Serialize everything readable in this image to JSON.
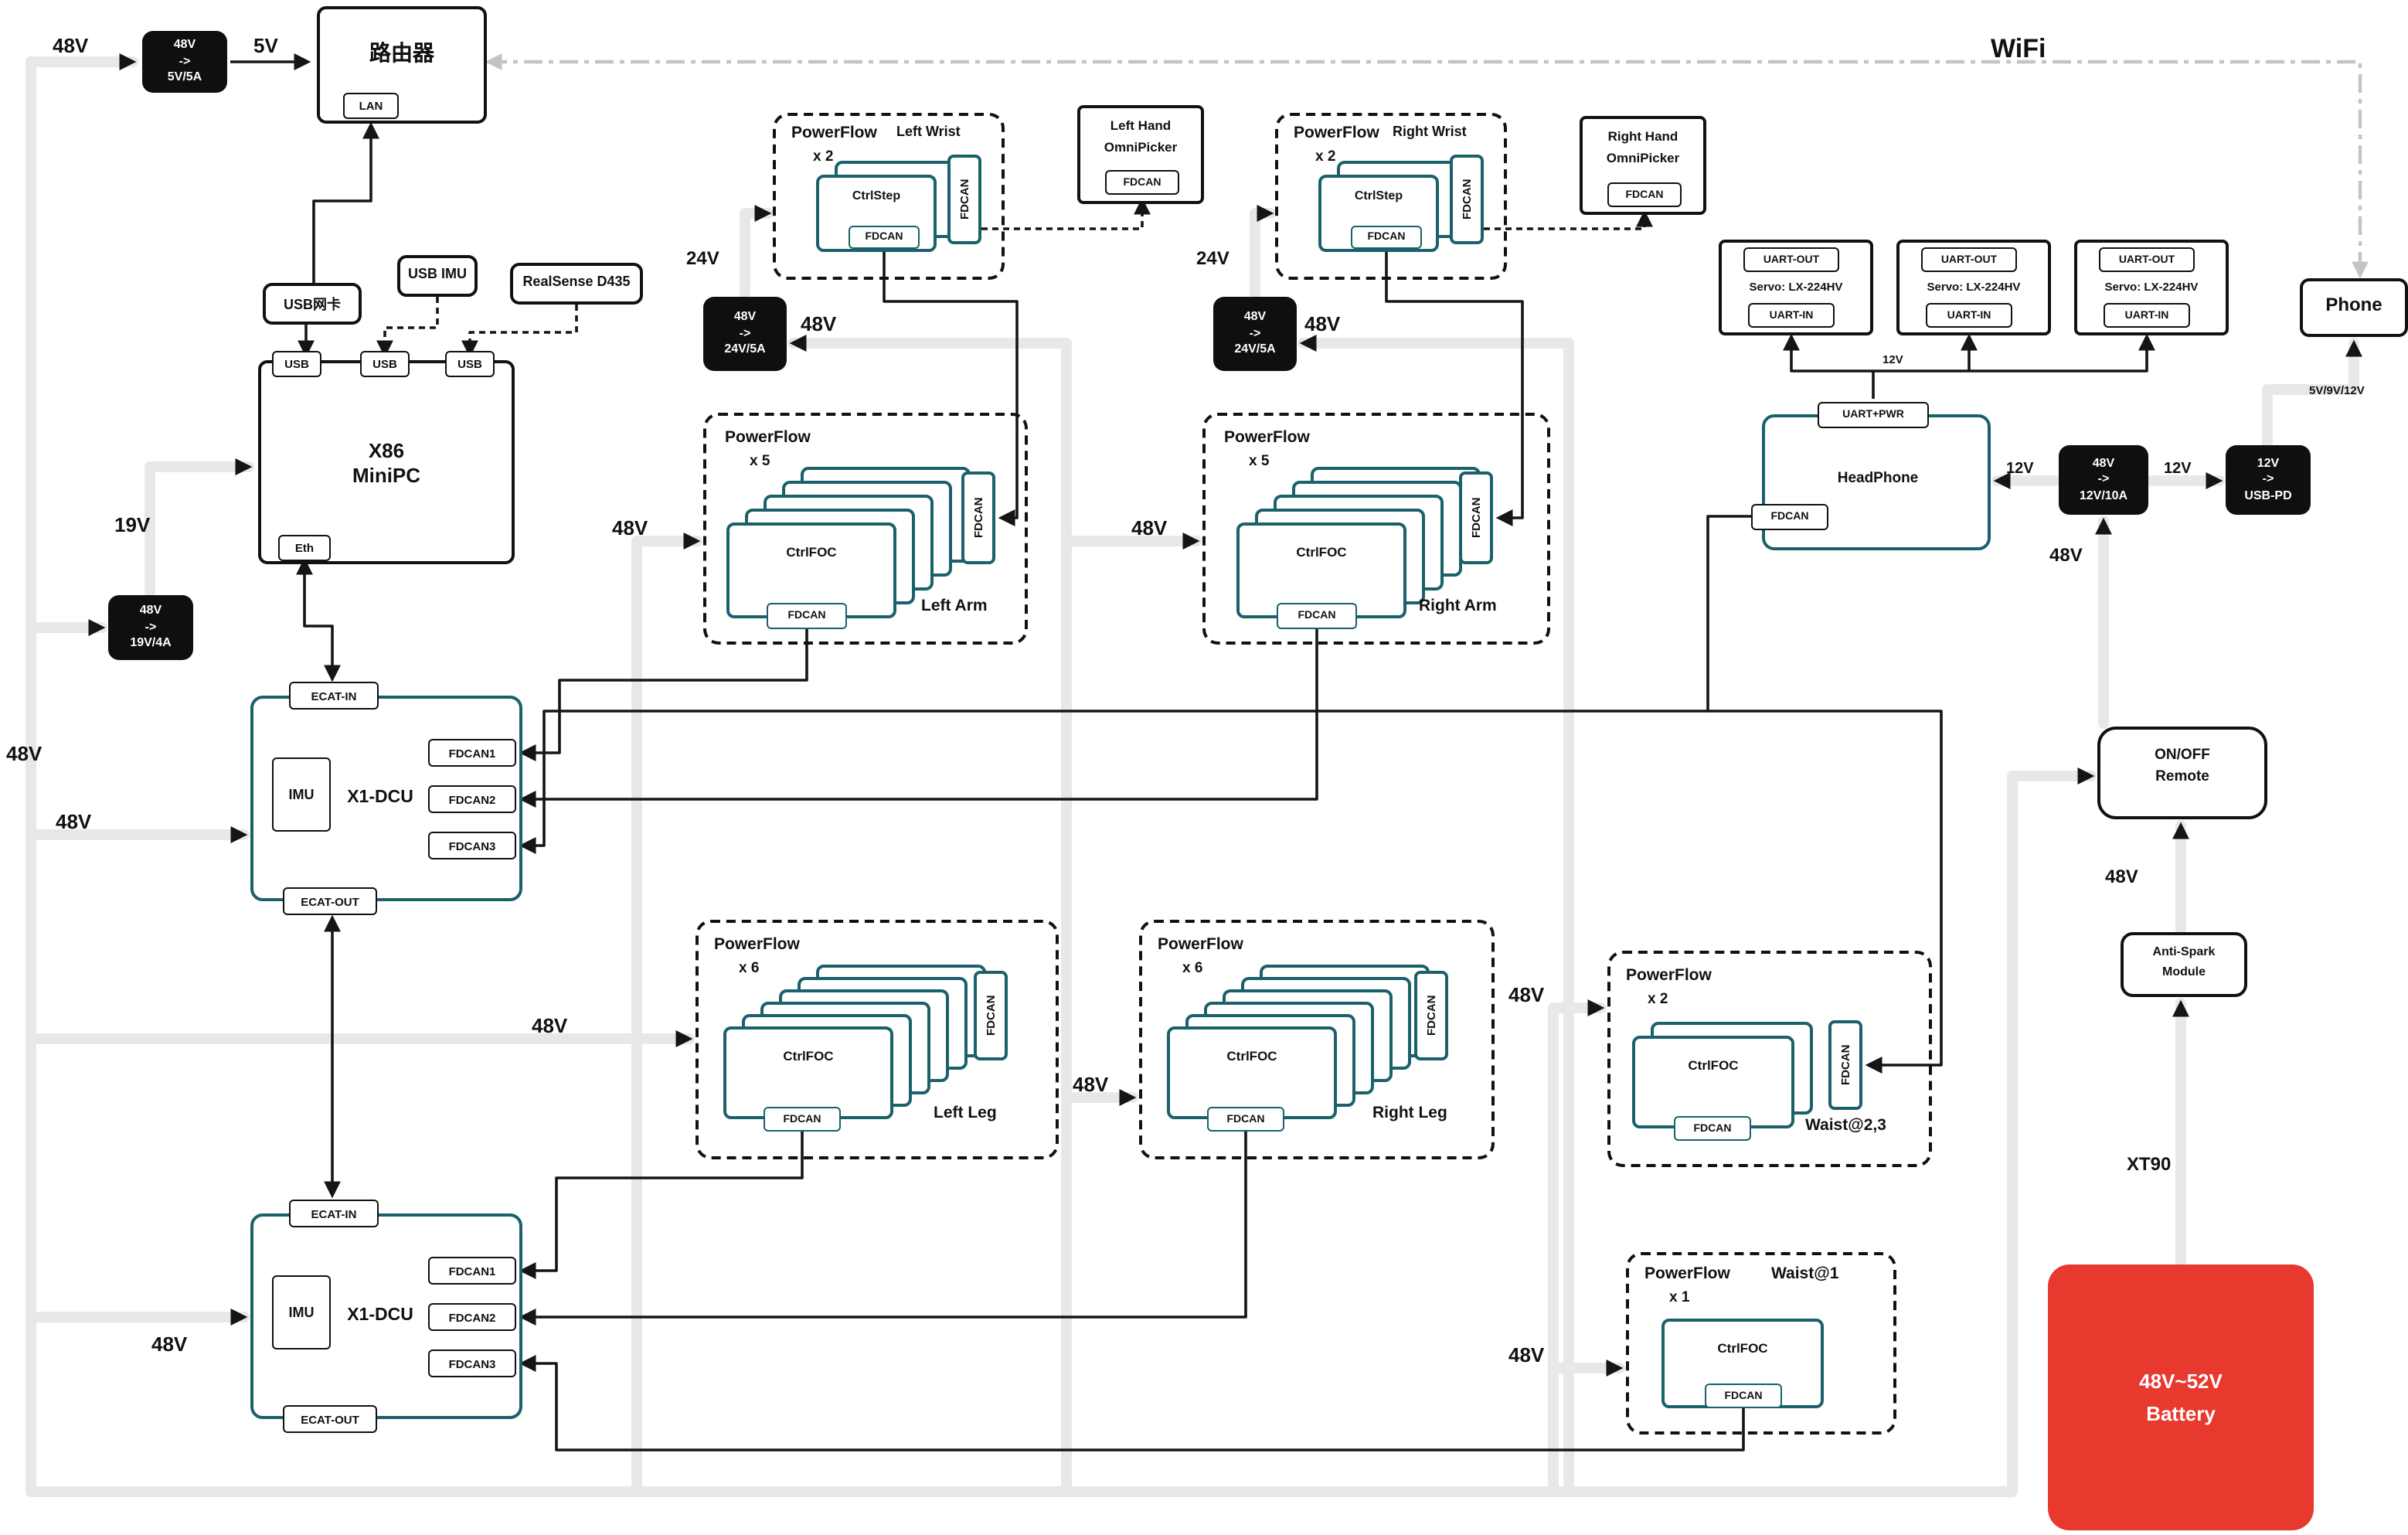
{
  "labels": {
    "v48": "48V",
    "v5": "5V",
    "v19": "19V",
    "v24": "24V",
    "v12": "12V",
    "wifi": "WiFi",
    "xt90": "XT90",
    "phone_v": "5V/9V/12V"
  },
  "router": {
    "title": "路由器",
    "lan": "LAN"
  },
  "peripherals": {
    "usb_nic": "USB网卡",
    "usb_imu": "USB IMU",
    "realsense": "RealSense D435"
  },
  "minipc": {
    "usb": "USB",
    "line1": "X86",
    "line2": "MiniPC",
    "eth": "Eth"
  },
  "converters": {
    "to5": {
      "l1": "48V",
      "l2": "->",
      "l3": "5V/5A"
    },
    "to19": {
      "l1": "48V",
      "l2": "->",
      "l3": "19V/4A"
    },
    "to24": {
      "l1": "48V",
      "l2": "->",
      "l3": "24V/5A"
    },
    "to12": {
      "l1": "48V",
      "l2": "->",
      "l3": "12V/10A"
    },
    "toUSBPD": {
      "l1": "12V",
      "l2": "->",
      "l3": "USB-PD"
    }
  },
  "dcu": {
    "title": "X1-DCU",
    "ecat_in": "ECAT-IN",
    "ecat_out": "ECAT-OUT",
    "imu": "IMU",
    "fdcan1": "FDCAN1",
    "fdcan2": "FDCAN2",
    "fdcan3": "FDCAN3"
  },
  "powerflow": {
    "title": "PowerFlow",
    "fdcan": "FDCAN",
    "ctrlfoc": "CtrlFOC",
    "ctrlstep": "CtrlStep",
    "left_wrist": {
      "count": "x 2",
      "name": "Left Wrist"
    },
    "right_wrist": {
      "count": "x 2",
      "name": "Right Wrist"
    },
    "left_arm": {
      "count": "x 5",
      "name": "Left Arm"
    },
    "right_arm": {
      "count": "x 5",
      "name": "Right Arm"
    },
    "left_leg": {
      "count": "x 6",
      "name": "Left Leg"
    },
    "right_leg": {
      "count": "x 6",
      "name": "Right Leg"
    },
    "waist23": {
      "count": "x 2",
      "name": "Waist@2,3"
    },
    "waist1": {
      "count": "x 1",
      "name": "Waist@1"
    }
  },
  "hands": {
    "left": {
      "l1": "Left Hand",
      "l2": "OmniPicker"
    },
    "right": {
      "l1": "Right Hand",
      "l2": "OmniPicker"
    },
    "fdcan": "FDCAN"
  },
  "head": {
    "uart_pwr": "UART+PWR",
    "title": "HeadPhone",
    "fdcan": "FDCAN"
  },
  "servo": {
    "uart_out": "UART-OUT",
    "name": "Servo: LX-224HV",
    "uart_in": "UART-IN"
  },
  "phone": {
    "label": "Phone"
  },
  "power": {
    "remote_l1": "ON/OFF",
    "remote_l2": "Remote",
    "antispark_l1": "Anti-Spark",
    "antispark_l2": "Module",
    "battery_l1": "48V~52V",
    "battery_l2": "Battery"
  },
  "colors": {
    "teal": "#1a616b",
    "battery_red": "#e8392f",
    "power_gray": "#e8e8e8",
    "wifi_gray": "#c4c4c4",
    "converter_black": "#0f0f0f"
  }
}
